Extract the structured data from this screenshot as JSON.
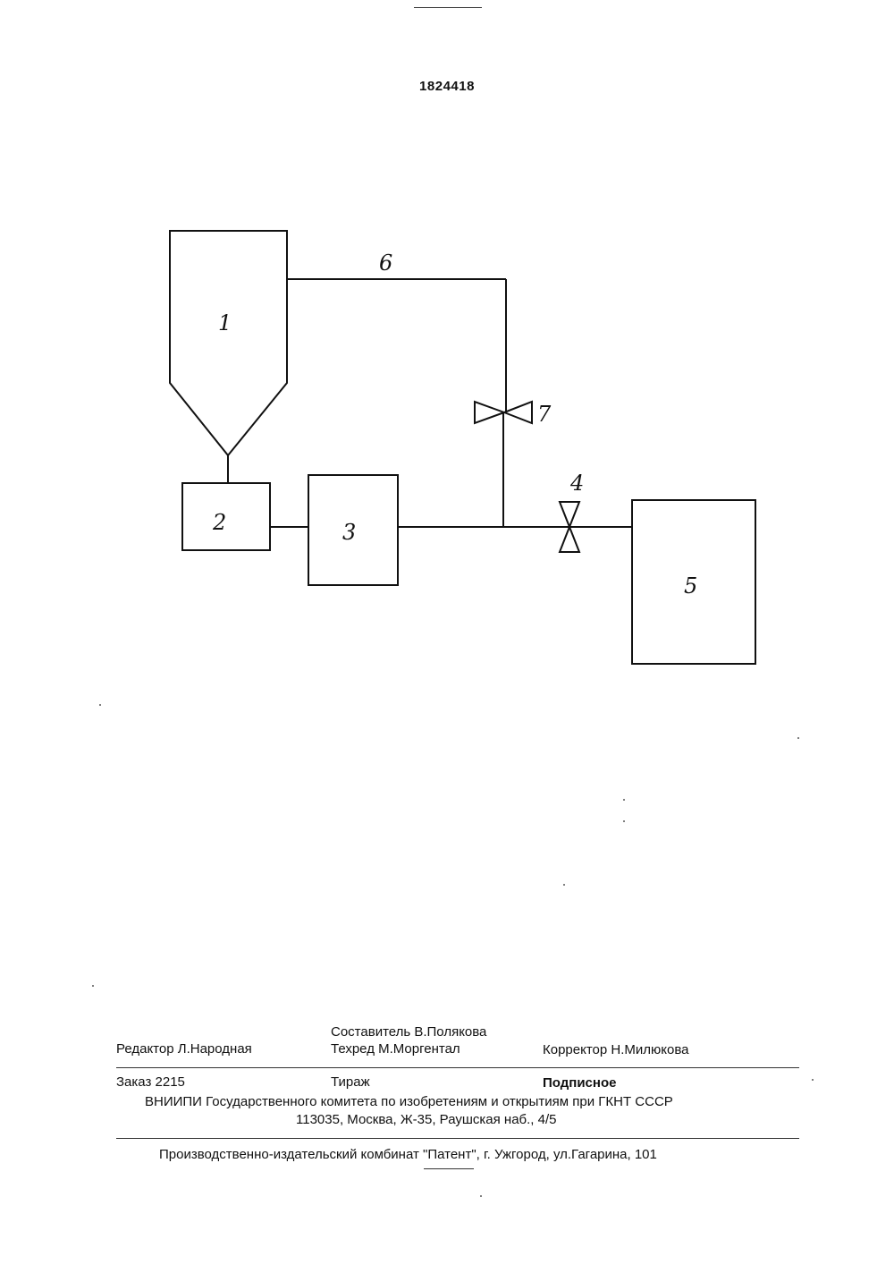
{
  "header": {
    "patent_number": "1824418"
  },
  "diagram": {
    "callouts": {
      "hopper": "1",
      "feeder": "2",
      "unit3": "3",
      "valve4": "4",
      "vessel5": "5",
      "line6": "6",
      "valve7": "7"
    }
  },
  "imprint": {
    "compiler": "Составитель В.Полякова",
    "editor": "Редактор Л.Народная",
    "techeditor": "Техред М.Моргентал",
    "corrector": "Корректор Н.Милюкова",
    "order": "Заказ 2215",
    "circulation": "Тираж",
    "subscription": "Подписное",
    "institute": "ВНИИПИ Государственного комитета по изобретениям и открытиям при ГКНТ СССР",
    "address": "113035, Москва, Ж-35, Раушская наб., 4/5",
    "publisher": "Производственно-издательский комбинат \"Патент\", г. Ужгород, ул.Гагарина, 101"
  }
}
